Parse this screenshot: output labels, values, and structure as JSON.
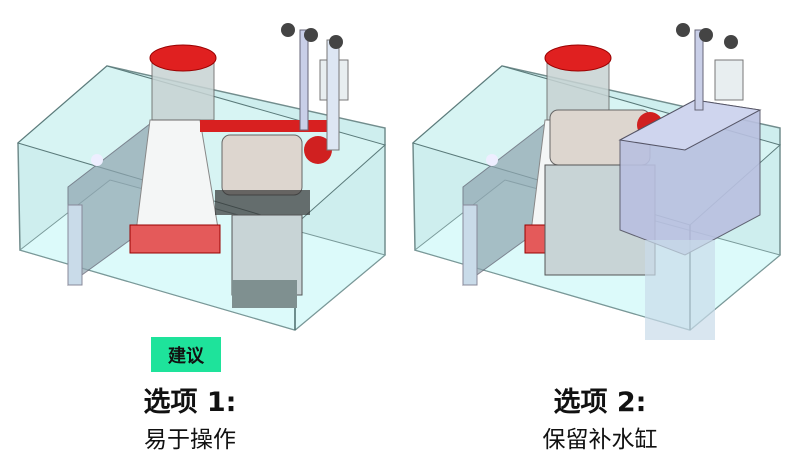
{
  "badge": "建议",
  "options": [
    {
      "title": "选项 1:",
      "subtitle": "易于操作"
    },
    {
      "title": "选项 2:",
      "subtitle": "保留补水缸"
    }
  ],
  "colors": {
    "badge": "#1ee39b",
    "tank": "#bfe9e8",
    "accent": "#e02020"
  }
}
